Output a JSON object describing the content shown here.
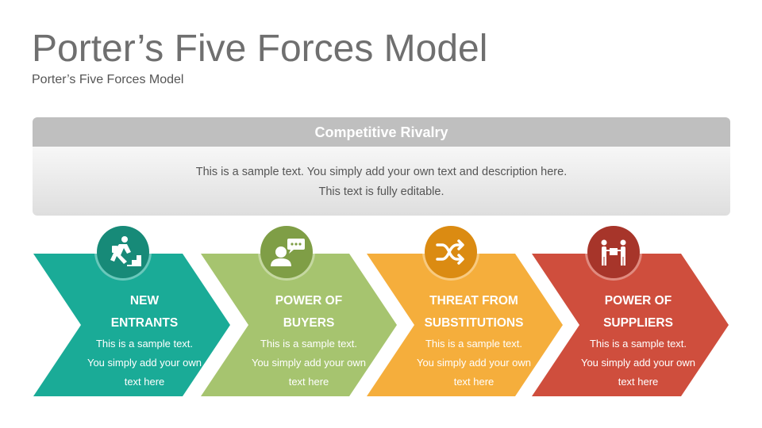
{
  "header": {
    "title": "Porter’s Five Forces Model",
    "subtitle": "Porter’s Five Forces Model"
  },
  "rivalry": {
    "title": "Competitive Rivalry",
    "line1": "This is a sample text. You simply add your own text and description here.",
    "line2": "This text is fully editable."
  },
  "forces": [
    {
      "line1": "NEW",
      "line2": "ENTRANTS",
      "desc1": "This is a sample text.",
      "desc2": "You simply add your own",
      "desc3": "text here",
      "color": "#1aab97",
      "circle": "#178a78",
      "icon": "person-climbing-stairs-icon"
    },
    {
      "line1": "POWER OF",
      "line2": "BUYERS",
      "desc1": "This is a sample text.",
      "desc2": "You simply add your own",
      "desc3": "text here",
      "color": "#a6c46f",
      "circle": "#7f9e46",
      "icon": "person-speech-bubble-icon"
    },
    {
      "line1": "THREAT FROM",
      "line2": "SUBSTITUTIONS",
      "desc1": "This is a sample text.",
      "desc2": "You simply add your own",
      "desc3": "text here",
      "color": "#f5ae3c",
      "circle": "#db8b12",
      "icon": "shuffle-icon"
    },
    {
      "line1": "POWER OF",
      "line2": "SUPPLIERS",
      "desc1": "This is a sample text.",
      "desc2": "You simply add your own",
      "desc3": "text here",
      "color": "#cf4e3d",
      "circle": "#a7352a",
      "icon": "people-exchange-box-icon"
    }
  ]
}
